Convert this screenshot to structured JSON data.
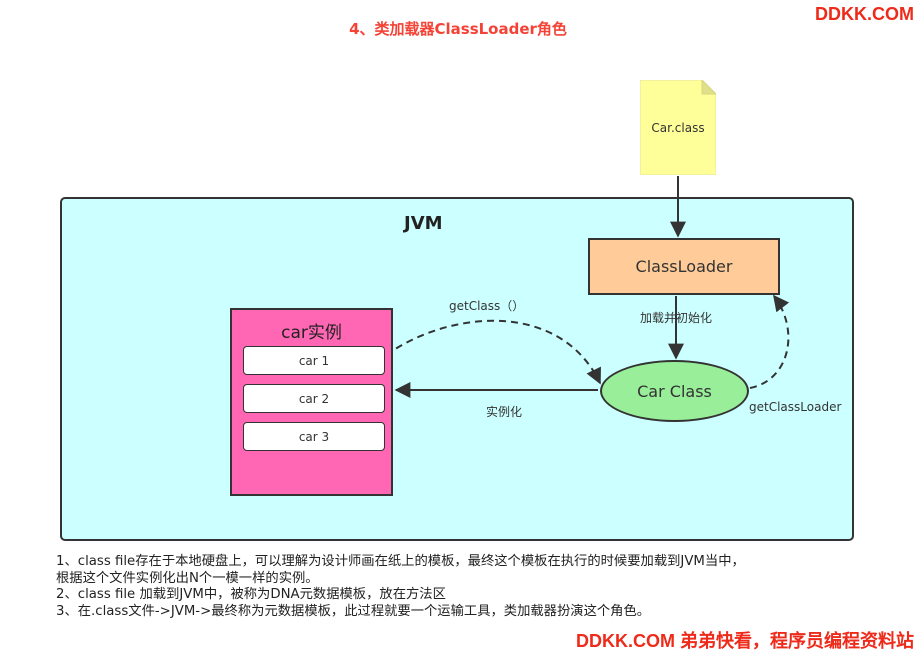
{
  "title": "4、类加载器ClassLoader角色",
  "watermark_top": "DDKK.COM",
  "watermark_bottom": "DDKK.COM 弟弟快看，程序员编程资料站",
  "jvm_label": "JVM",
  "file_note": "Car.class",
  "classloader": "ClassLoader",
  "car_class": "Car Class",
  "instances": {
    "title": "car实例",
    "items": [
      "car 1",
      "car 2",
      "car 3"
    ]
  },
  "edge_labels": {
    "load_init": "加载并初始化",
    "get_class": "getClass（）",
    "instantiate": "实例化",
    "get_classloader": "getClassLoader"
  },
  "description": [
    "1、class file存在于本地硬盘上，可以理解为设计师画在纸上的模板，最终这个模板在执行的时候要加载到JVM当中，",
    "根据这个文件实例化出N个一模一样的实例。",
    "2、class file 加载到JVM中，被称为DNA元数据模板，放在方法区",
    "3、在.class文件->JVM->最终称为元数据模板，此过程就要一个运输工具，类加载器扮演这个角色。"
  ],
  "colors": {
    "title": "#f44336",
    "watermark": "#ee2b1b",
    "jvm_bg": "#ccffff",
    "note_bg": "#ffff99",
    "classloader_bg": "#ffcc99",
    "car_class_bg": "#99ee99",
    "instance_bg": "#ff66b3"
  }
}
